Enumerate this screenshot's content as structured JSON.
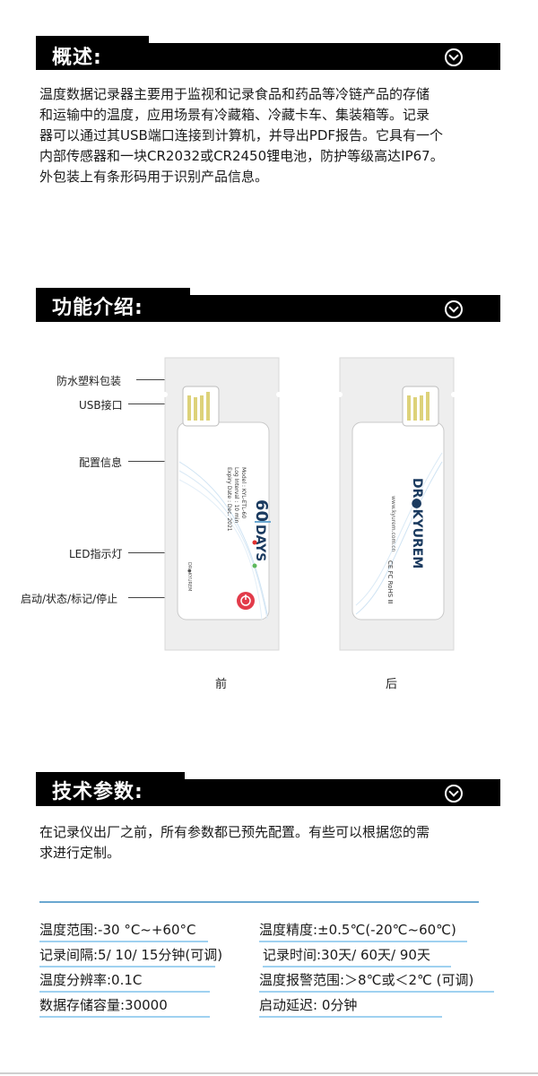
{
  "overview": {
    "title": "概述:",
    "lines": [
      "温度数据记录器主要用于监视和记录食品和药品等冷链产品的存储",
      "和运输中的温度，应用场景有冷藏箱、冷藏卡车、集装箱等。记录",
      "器可以通过其USB端口连接到计算机，并导出PDF报告。它具有一个",
      "内部传感器和一块CR2032或CR2450锂电池，防护等级高达IP67。",
      "外包装上有条形码用于识别产品信息。"
    ]
  },
  "features": {
    "title": "功能介绍:",
    "callouts": [
      "防水塑料包装",
      "USB接口",
      "配置信息",
      "LED指示灯",
      "启动/状态/标记/停止"
    ],
    "front_caption": "前",
    "back_caption": "后",
    "front_device": {
      "days_number": "60",
      "days_word": "DAYS",
      "config_lines": [
        "Model : KYL-ETL-60",
        "Log Interval : 10 min",
        "Expiry Date : Dec. 2021"
      ],
      "brand_small": "DR●KYUREM"
    },
    "back_device": {
      "brand": "DR●KYUREM",
      "website": "www.kyurem.com.cn",
      "cert": "CE FC RoHS Ⅲ"
    }
  },
  "specs": {
    "title": "技术参数:",
    "intro_lines": [
      "在记录仪出厂之前，所有参数都已预先配置。有些可以根据您的需",
      "求进行定制。"
    ],
    "left": [
      "温度范围:-30 °C~+60°C",
      "记录间隔:5/ 10/ 15分钟(可调)",
      "温度分辨率:0.1C",
      "数据存储容量:30000"
    ],
    "right": [
      "温度精度:±0.5℃(-20℃~60℃)",
      "记录时间:30天/ 60天/ 90天",
      "温度报警范围:＞8℃或＜2℃  (可调)",
      "启动延迟: 0分钟"
    ]
  },
  "colors": {
    "accent_blue": "#6aa7d0",
    "underline_blue": "#9fd1f0",
    "header_black": "#000000",
    "power_red": "#e23b4a",
    "led_red": "#e0322f",
    "led_green": "#5cb85c"
  }
}
